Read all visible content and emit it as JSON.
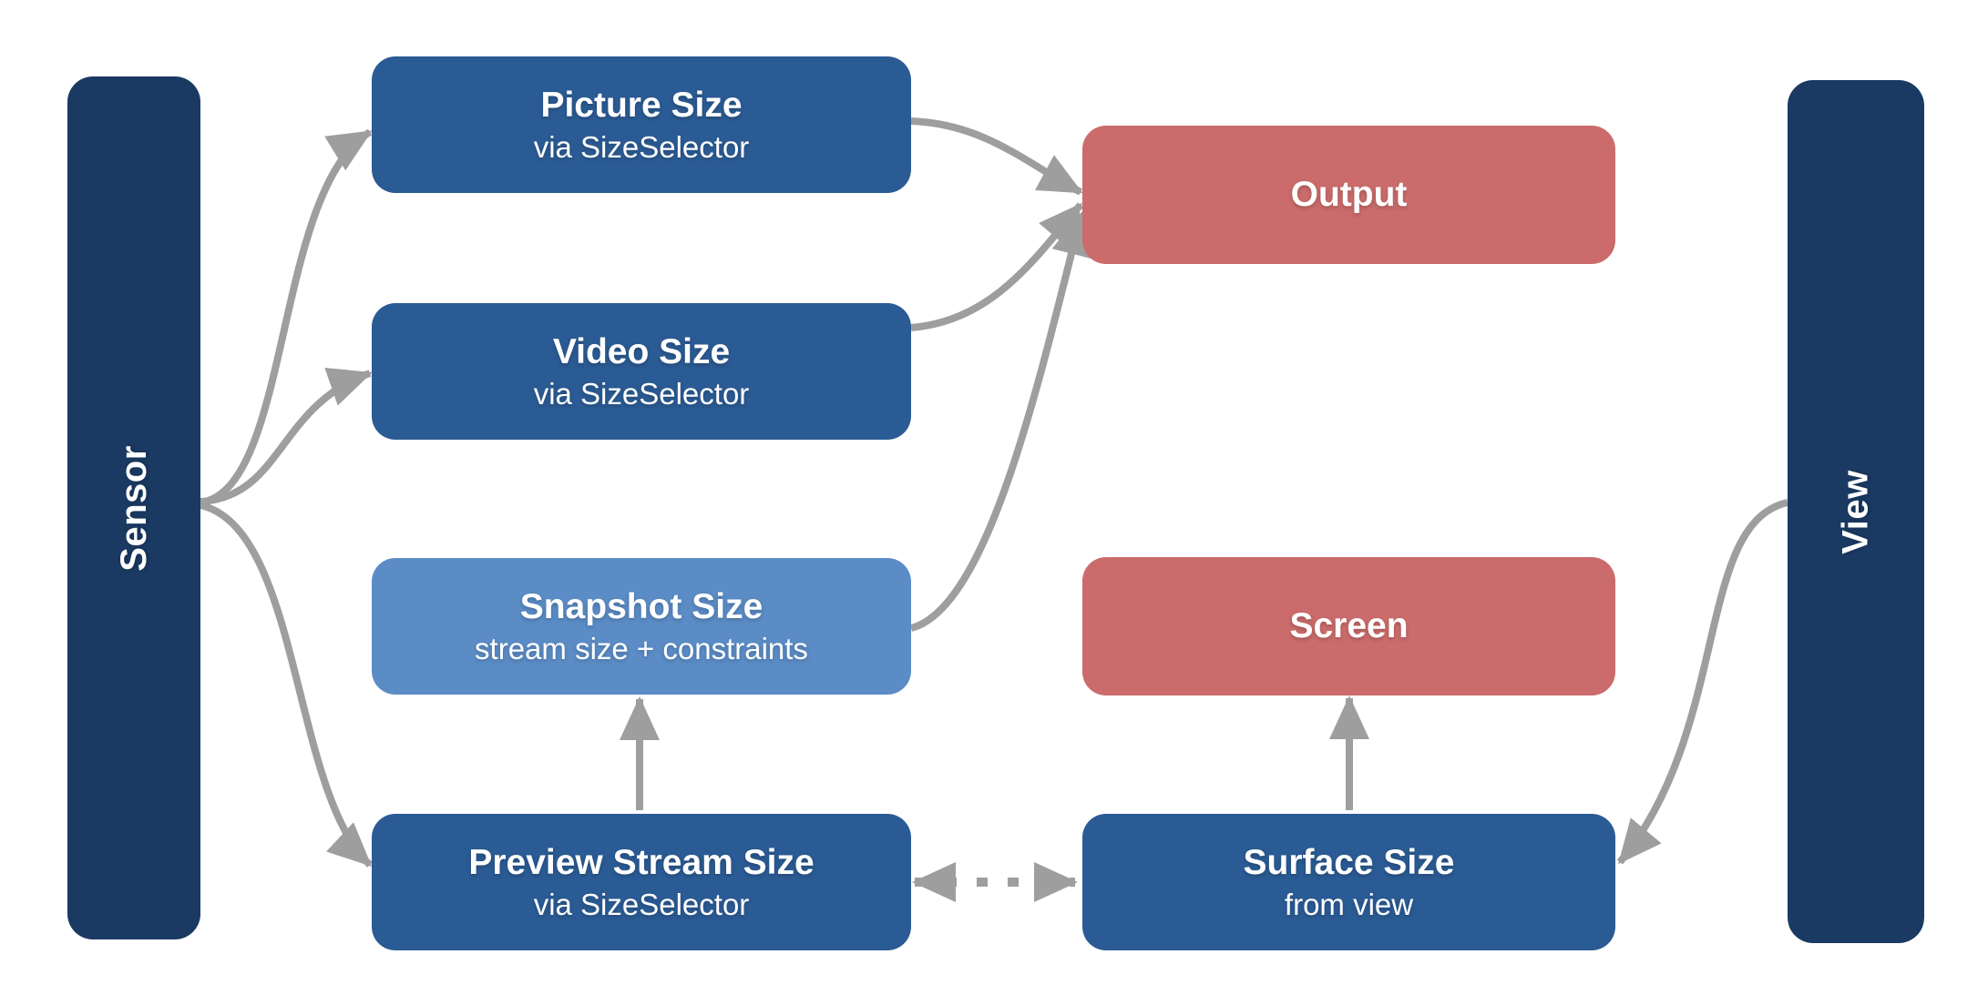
{
  "palette": {
    "background": "#FFFFFF",
    "navy": "#1A3A63",
    "blue": "#2B5B94",
    "light-blue": "#5B8CC6",
    "red": "#CB6B6B",
    "arrow": "#9E9E9E",
    "label": "#FFFFFF"
  },
  "rails": {
    "sensor": {
      "label": "Sensor"
    },
    "view": {
      "label": "View"
    }
  },
  "nodes": {
    "picture": {
      "title": "Picture Size",
      "subtitle": "via SizeSelector",
      "variant": "blue"
    },
    "video": {
      "title": "Video Size",
      "subtitle": "via SizeSelector",
      "variant": "blue"
    },
    "snapshot": {
      "title": "Snapshot Size",
      "subtitle": "stream size + constraints",
      "variant": "light-blue"
    },
    "preview": {
      "title": "Preview Stream Size",
      "subtitle": "via SizeSelector",
      "variant": "blue"
    },
    "output": {
      "title": "Output",
      "variant": "red"
    },
    "screen": {
      "title": "Screen",
      "variant": "red"
    },
    "surface": {
      "title": "Surface Size",
      "subtitle": "from view",
      "variant": "blue"
    }
  },
  "edges": [
    {
      "from": "Sensor",
      "to": "Picture Size",
      "type": "arrow"
    },
    {
      "from": "Sensor",
      "to": "Video Size",
      "type": "arrow"
    },
    {
      "from": "Sensor",
      "to": "Preview Stream Size",
      "type": "arrow"
    },
    {
      "from": "Picture Size",
      "to": "Output",
      "type": "arrow"
    },
    {
      "from": "Video Size",
      "to": "Output",
      "type": "arrow"
    },
    {
      "from": "Snapshot Size",
      "to": "Output",
      "type": "arrow"
    },
    {
      "from": "Preview Stream Size",
      "to": "Snapshot Size",
      "type": "arrow"
    },
    {
      "from": "Surface Size",
      "to": "Screen",
      "type": "arrow"
    },
    {
      "from": "Preview Stream Size",
      "to": "Surface Size",
      "type": "dotted-double-arrow"
    },
    {
      "from": "View",
      "to": "Surface Size",
      "type": "arrow"
    }
  ]
}
